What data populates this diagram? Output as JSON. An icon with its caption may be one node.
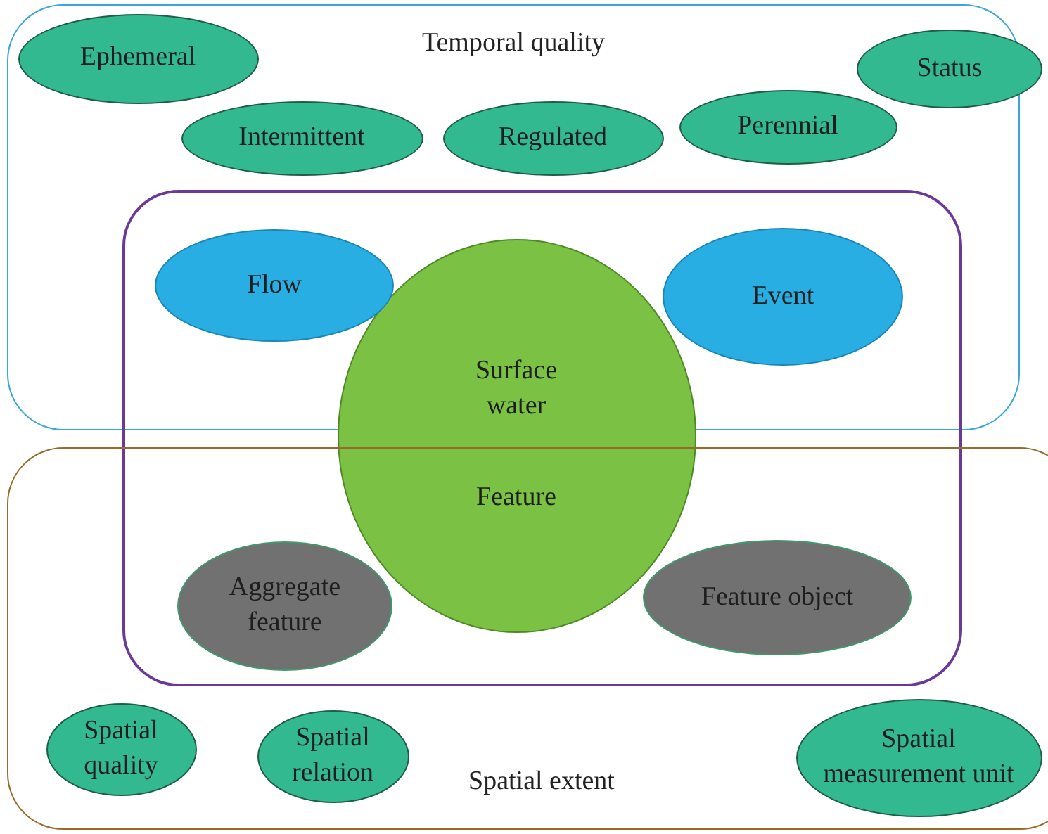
{
  "diagram": {
    "nodes": [
      {
        "text": [
          "Temporal quality"
        ]
      },
      {
        "text": [
          "Ephemeral"
        ],
        "in": 0
      },
      {
        "text": [
          "Intermittent"
        ],
        "in": 0
      },
      {
        "text": [
          "Regulated"
        ],
        "in": 0
      },
      {
        "text": [
          "Perennial"
        ],
        "in": 0
      },
      {
        "text": [
          "Status"
        ]
      },
      {
        "text": [],
        "shape": "box"
      },
      {
        "text": [
          "Flow"
        ]
      },
      {
        "text": [
          "Event"
        ]
      },
      {
        "text": [
          "Surface water",
          "Feature"
        ],
        "in": 6
      },
      {
        "text": [
          "Aggregate feature"
        ]
      },
      {
        "text": [
          "Feature object"
        ]
      },
      {
        "text": [
          "Spatial extent"
        ]
      },
      {
        "text": [
          "Spatial quality"
        ],
        "in": 12
      },
      {
        "text": [
          "Spatial relation"
        ],
        "in": 12
      },
      {
        "text": [
          "Spatial measurement unit"
        ],
        "in": 12
      }
    ]
  }
}
